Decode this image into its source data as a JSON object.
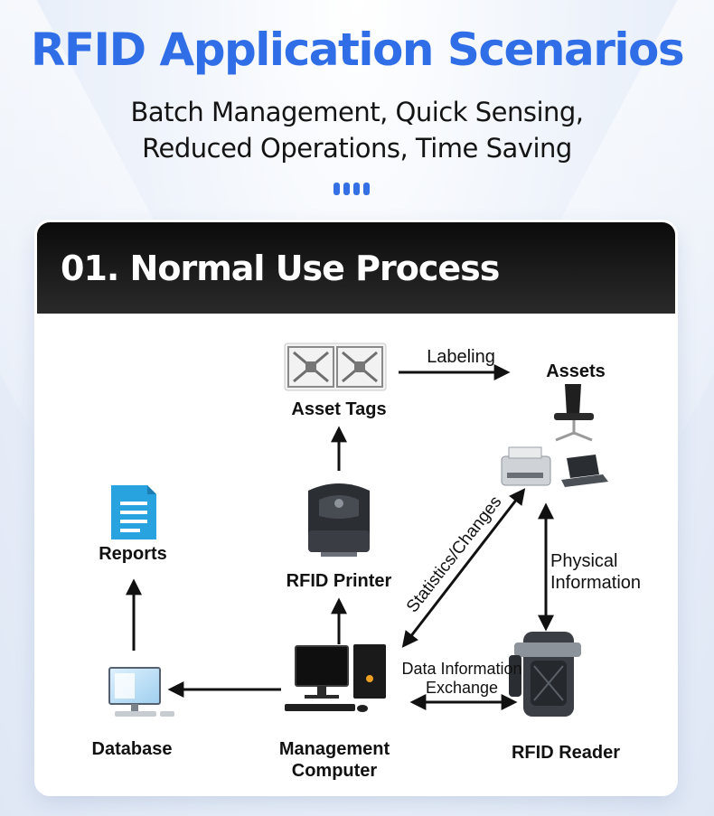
{
  "header": {
    "title": "RFID Application Scenarios",
    "subtitle_line1": "Batch Management, Quick Sensing,",
    "subtitle_line2": "Reduced Operations, Time Saving"
  },
  "section": {
    "title": "01. Normal Use Process"
  },
  "nodes": {
    "asset_tags": "Asset Tags",
    "assets": "Assets",
    "reports": "Reports",
    "rfid_printer": "RFID Printer",
    "database": "Database",
    "management_computer_line1": "Management",
    "management_computer_line2": "Computer",
    "rfid_reader": "RFID Reader"
  },
  "edges": {
    "labeling": "Labeling",
    "statistics_changes": "Statistics/Changes",
    "physical_information_line1": "Physical",
    "physical_information_line2": "Information",
    "data_exchange_line1": "Data Information",
    "data_exchange_line2": "Exchange"
  },
  "colors": {
    "accent": "#2f6ee6",
    "header_bg": "#111111",
    "icon_blue": "#29a3e0"
  }
}
